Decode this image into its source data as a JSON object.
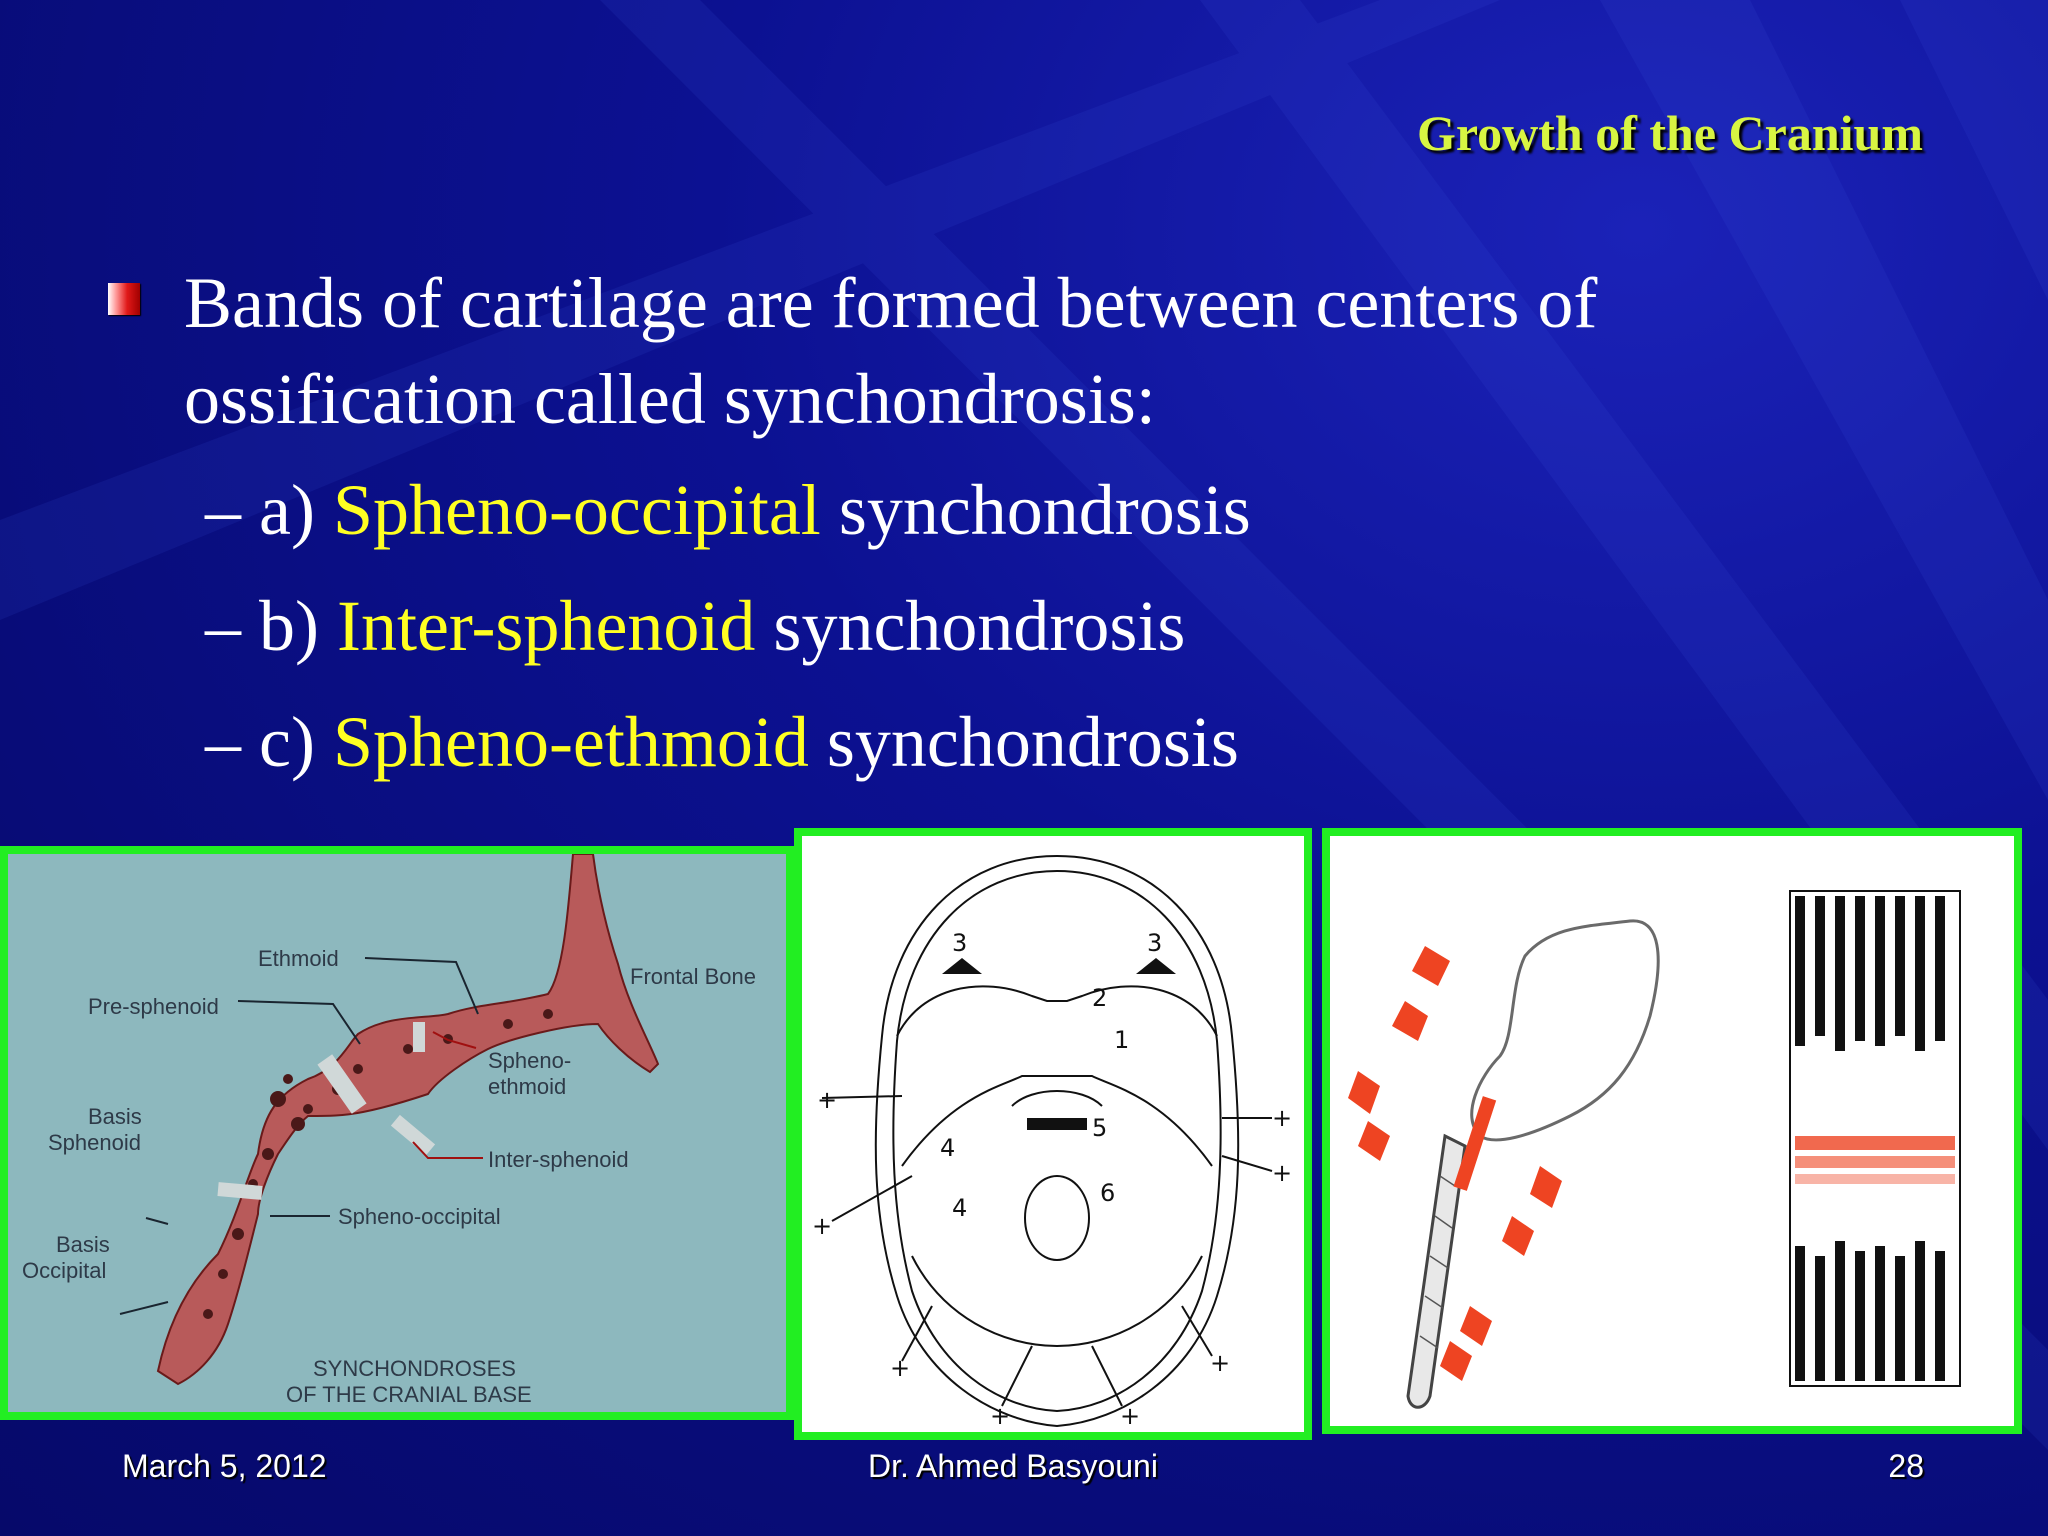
{
  "slide": {
    "title": "Growth of the Cranium",
    "bullet_text": "Bands of cartilage are formed between centers of ossification called synchondrosis:",
    "subitems": [
      {
        "prefix": "– a) ",
        "highlight": "Spheno-occipital",
        "suffix": " synchondrosis"
      },
      {
        "prefix": "– b) ",
        "highlight": "Inter-sphenoid",
        "suffix": " synchondrosis"
      },
      {
        "prefix": "– c) ",
        "highlight": "Spheno-ethmoid",
        "suffix": " synchondrosis"
      }
    ]
  },
  "figure1": {
    "labels": {
      "ethmoid": "Ethmoid",
      "frontal_bone": "Frontal Bone",
      "pre_sphenoid": "Pre-sphenoid",
      "spheno_ethmoid_1": "Spheno-",
      "spheno_ethmoid_2": "ethmoid",
      "basis_sphenoid_1": "Basis",
      "basis_sphenoid_2": "Sphenoid",
      "inter_sphenoid": "Inter-sphenoid",
      "spheno_occipital": "Spheno-occipital",
      "basis_occipital_1": "Basis",
      "basis_occipital_2": "Occipital",
      "caption_1": "SYNCHONDROSES",
      "caption_2": "OF THE CRANIAL BASE"
    }
  },
  "figure2": {
    "numbers": [
      "3",
      "3",
      "2",
      "1",
      "5",
      "4",
      "4",
      "6"
    ]
  },
  "colors": {
    "background": "#0c1192",
    "title": "#d8f542",
    "highlight": "#ffff22",
    "figure_border": "#22ee22",
    "bone": "#b85a5a"
  },
  "footer": {
    "date": "March 5, 2012",
    "author": "Dr. Ahmed Basyouni",
    "page": "28"
  }
}
